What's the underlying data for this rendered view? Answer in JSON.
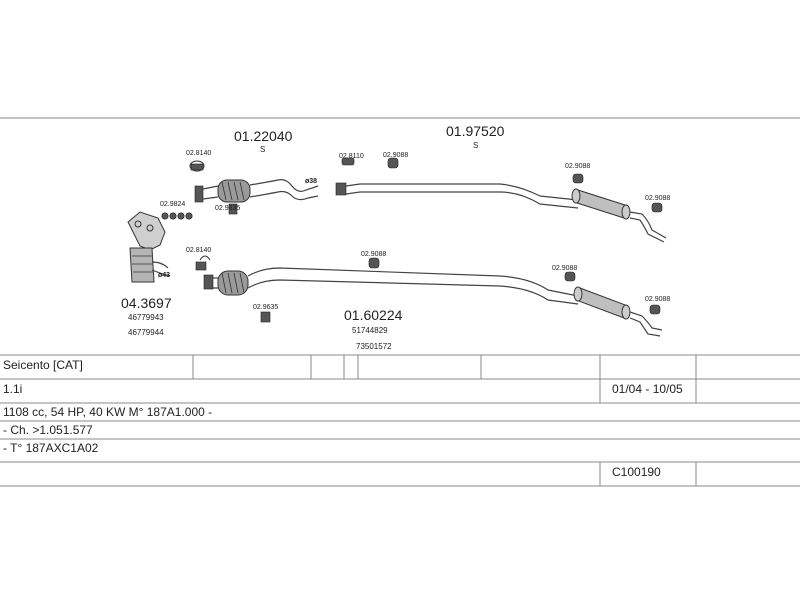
{
  "parts": {
    "front_pipe_top": {
      "number": "01.22040",
      "mark": "S"
    },
    "rear_pipe_top": {
      "number": "01.97520",
      "mark": "S"
    },
    "catalyst": {
      "number": "04.3697",
      "oem": [
        "46779943",
        "46779944"
      ]
    },
    "front_pipe_bottom": {
      "number": "01.60224",
      "oem": [
        "51744829",
        "73501572"
      ]
    },
    "fittings": {
      "f1": "02.8140",
      "f2": "02.9824",
      "f3": "02.9635",
      "f4": "02.8110",
      "f5": "02.9088",
      "f6": "02.9088",
      "f7": "02.9088",
      "f8": "02.8140",
      "f9": "02.9088",
      "f10": "02.9088",
      "f11": "02.9635",
      "f12": "02.9088"
    },
    "dims": {
      "d1": "ø38",
      "d2": "ø43"
    }
  },
  "table": {
    "model": "Seicento  [CAT]",
    "engine": "1.1i",
    "period": "01/04 - 10/05",
    "spec": "1108 cc, 54 HP, 40 KW  M° 187A1.000 -",
    "chassis": "- Ch. >1.051.577",
    "type": "- T° 187AXC1A02",
    "code": "C100190"
  }
}
